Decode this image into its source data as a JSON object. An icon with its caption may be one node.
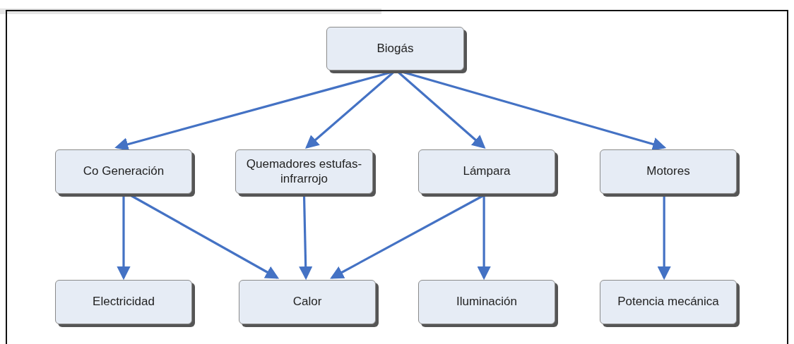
{
  "diagram": {
    "nodes": [
      {
        "text": [
          "Biogás"
        ]
      },
      {
        "text": [
          "Co Generación"
        ]
      },
      {
        "text": [
          "Quemadores estufas-infrarrojo"
        ]
      },
      {
        "text": [
          "Lámpara"
        ]
      },
      {
        "text": [
          "Motores"
        ]
      },
      {
        "text": [
          "Electricidad"
        ]
      },
      {
        "text": [
          "Calor"
        ]
      },
      {
        "text": [
          "Iluminación"
        ]
      },
      {
        "text": [
          "Potencia mecánica"
        ]
      }
    ],
    "edges": [
      {
        "from": 0,
        "to": 1,
        "arrow": "to"
      },
      {
        "from": 0,
        "to": 2,
        "arrow": "to"
      },
      {
        "from": 0,
        "to": 3,
        "arrow": "to"
      },
      {
        "from": 0,
        "to": 4,
        "arrow": "to"
      },
      {
        "from": 1,
        "to": 5,
        "arrow": "to"
      },
      {
        "from": 1,
        "to": 6,
        "arrow": "to"
      },
      {
        "from": 2,
        "to": 6,
        "arrow": "to"
      },
      {
        "from": 3,
        "to": 6,
        "arrow": "to"
      },
      {
        "from": 3,
        "to": 7,
        "arrow": "to"
      },
      {
        "from": 4,
        "to": 8,
        "arrow": "to"
      }
    ]
  }
}
